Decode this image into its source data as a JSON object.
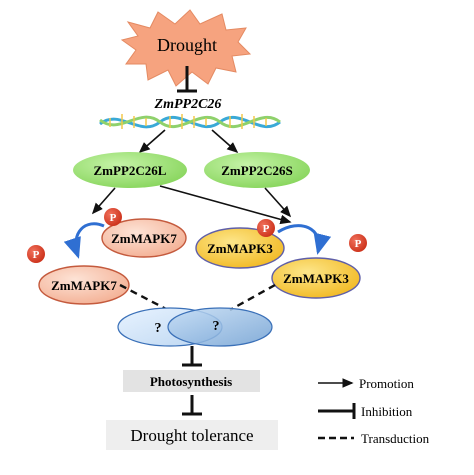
{
  "stimulus": {
    "label": "Drought",
    "fill": "#f6a37f"
  },
  "gene": {
    "label": "ZmPP2C26"
  },
  "isoforms": [
    {
      "label": "ZmPP2C26L",
      "fill": "#98e06f"
    },
    {
      "label": "ZmPP2C26S",
      "fill": "#98e06f"
    }
  ],
  "kinases": {
    "mapk7_unphos": {
      "label": "ZmMAPK7",
      "fill": "#f9c2ab"
    },
    "mapk7_phos": {
      "label": "ZmMAPK7",
      "fill": "#f9c2ab"
    },
    "mapk3_unphos": {
      "label": "ZmMAPK3",
      "fill": "#f7c523"
    },
    "mapk3_phos": {
      "label": "ZmMAPK3",
      "fill": "#f7c523"
    }
  },
  "phospho_badge": {
    "label": "P",
    "fill": "#d8341f"
  },
  "unknown": {
    "left": "?",
    "right": "?",
    "fill": "#b9d6f2"
  },
  "process": {
    "label": "Photosynthesis",
    "fill": "#e3e3e3"
  },
  "outcome": {
    "label": "Drought tolerance",
    "fill": "#eeeeee"
  },
  "legend": [
    {
      "label": "Promotion"
    },
    {
      "label": "Inhibition"
    },
    {
      "label": "Transduction"
    }
  ],
  "colors": {
    "arrow_blue": "#2f6fd2",
    "line": "#111111"
  }
}
